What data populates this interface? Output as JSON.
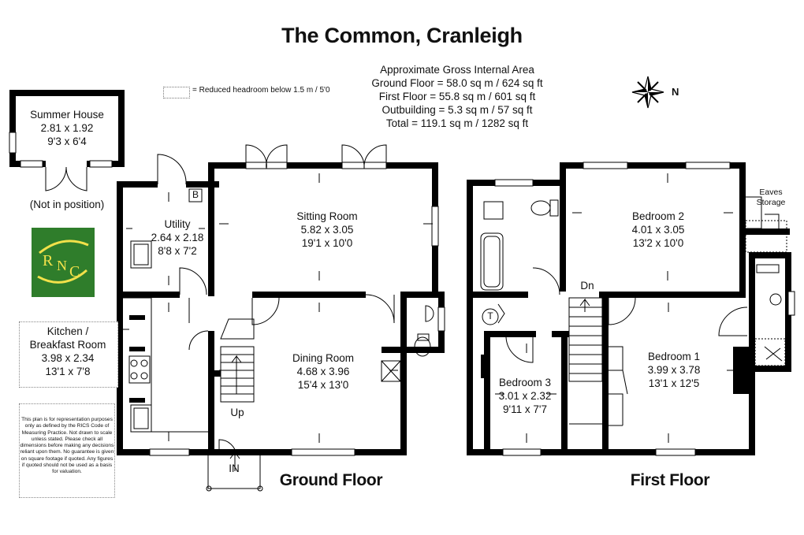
{
  "title": "The Common, Cranleigh",
  "area_summary": {
    "heading": "Approximate Gross Internal Area",
    "ground": "Ground Floor = 58.0 sq m / 624 sq ft",
    "first": "First Floor = 55.8 sq m / 601 sq ft",
    "outbuilding": "Outbuilding = 5.3 sq m / 57 sq ft",
    "total": "Total = 119.1 sq m / 1282 sq ft"
  },
  "legend": "= Reduced headroom below 1.5 m / 5'0",
  "compass_label": "N",
  "logo_text": "RNC",
  "summer_house": {
    "name": "Summer House",
    "metric": "2.81 x 1.92",
    "imperial": "9'3 x 6'4",
    "note": "(Not in position)"
  },
  "rooms": {
    "utility": {
      "name": "Utility",
      "metric": "2.64 x 2.18",
      "imperial": "8'8 x 7'2"
    },
    "sitting": {
      "name": "Sitting Room",
      "metric": "5.82 x 3.05",
      "imperial": "19'1 x 10'0"
    },
    "kitchen": {
      "name1": "Kitchen /",
      "name2": "Breakfast Room",
      "metric": "3.98 x 2.34",
      "imperial": "13'1 x 7'8"
    },
    "dining": {
      "name": "Dining Room",
      "metric": "4.68 x 3.96",
      "imperial": "15'4 x 13'0"
    },
    "bedroom2": {
      "name": "Bedroom 2",
      "metric": "4.01 x 3.05",
      "imperial": "13'2 x 10'0"
    },
    "bedroom1": {
      "name": "Bedroom 1",
      "metric": "3.99 x 3.78",
      "imperial": "13'1 x 12'5"
    },
    "bedroom3": {
      "name": "Bedroom 3",
      "metric": "3.01 x 2.32",
      "imperial": "9'11 x 7'7"
    }
  },
  "markers": {
    "boiler": "B",
    "up": "Up",
    "in": "IN",
    "down": "Dn",
    "tank": "T",
    "eaves1": "Eaves",
    "eaves2": "Storage"
  },
  "floors": {
    "ground": "Ground Floor",
    "first": "First Floor"
  },
  "disclaimer": "This plan is for representation purposes only as defined by the RICS Code of Measuring Practice. Not drawn to scale unless stated. Please check all dimensions before making any decisions reliant upon them. No guarantee is given on square footage if quoted. Any figures if quoted should not be used as a basis for valuation."
}
